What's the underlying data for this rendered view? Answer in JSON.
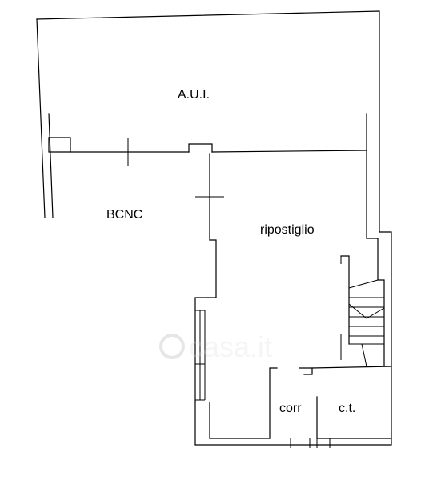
{
  "rooms": {
    "aui": "A.U.I.",
    "bcnc": "BCNC",
    "ripostiglio": "ripostiglio",
    "corr": "corr",
    "ct": "c.t."
  },
  "watermark": {
    "text": "casa.it"
  }
}
